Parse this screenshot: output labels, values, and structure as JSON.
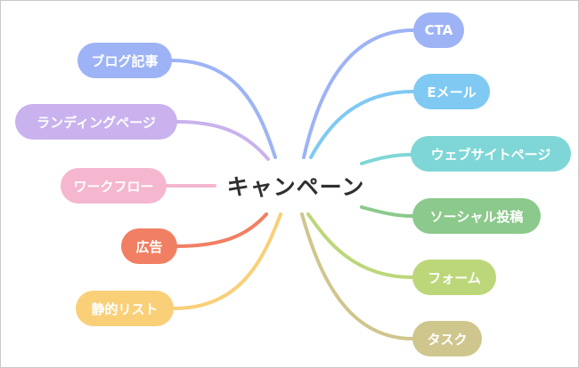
{
  "diagram": {
    "center": "キャンペーン",
    "left_nodes": [
      {
        "label": "ブログ記事",
        "color": "#9db3f5"
      },
      {
        "label": "ランディングページ",
        "color": "#c9b2ee"
      },
      {
        "label": "ワークフロー",
        "color": "#f4b7cf"
      },
      {
        "label": "広告",
        "color": "#f17f63"
      },
      {
        "label": "静的リスト",
        "color": "#f9cf78"
      }
    ],
    "right_nodes": [
      {
        "label": "CTA",
        "color": "#9db3f5"
      },
      {
        "label": "Eメール",
        "color": "#7fc9f3"
      },
      {
        "label": "ウェブサイトページ",
        "color": "#7fd6d6"
      },
      {
        "label": "ソーシャル投稿",
        "color": "#8cc98c"
      },
      {
        "label": "フォーム",
        "color": "#bcd77a"
      },
      {
        "label": "タスク",
        "color": "#cfc68e"
      }
    ]
  }
}
